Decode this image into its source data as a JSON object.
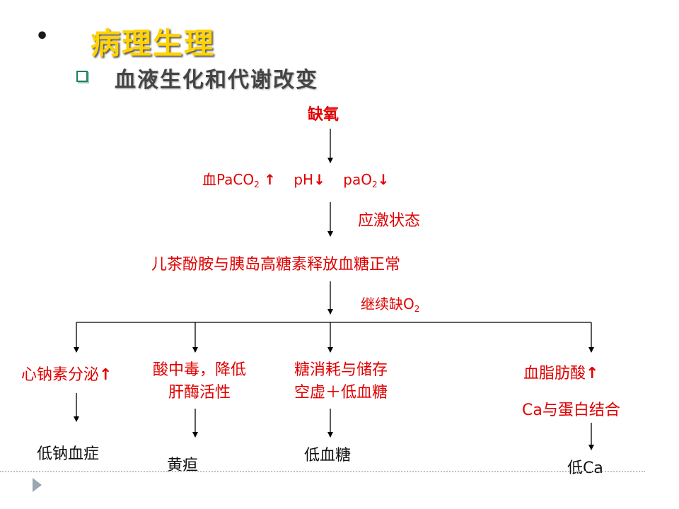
{
  "header": {
    "bullet": "•",
    "title": "病理生理",
    "subtitle": "血液生化和代谢改变"
  },
  "flow": {
    "top": "缺氧",
    "row2": {
      "part1": "血PaCO",
      "sub1": "2",
      "arrow1": "↑",
      "part2": "pH",
      "arrow2": "↓",
      "part3": "paO",
      "sub3": "2",
      "arrow3": "↓"
    },
    "stress_note": "应激状态",
    "hormones": "儿茶酚胺与胰岛高糖素释放血糖正常",
    "continue_note": {
      "text": "继续缺O",
      "sub": "2"
    },
    "branches": [
      {
        "line1": "心钠素分泌",
        "arrow": "↑",
        "result": "低钠血症"
      },
      {
        "line1": "酸中毒，降低",
        "line2": "肝酶活性",
        "result": "黄疸"
      },
      {
        "line1": "糖消耗与储存",
        "line2": "空虚＋低血糖",
        "result": "低血糖"
      },
      {
        "line1": "血脂肪酸",
        "arrow": "↑",
        "line2": "Ca与蛋白结合",
        "result": "低Ca"
      }
    ]
  },
  "colors": {
    "title": "#ffd200",
    "red_text": "#e00000",
    "bullet_box": "#1f7f5e"
  }
}
